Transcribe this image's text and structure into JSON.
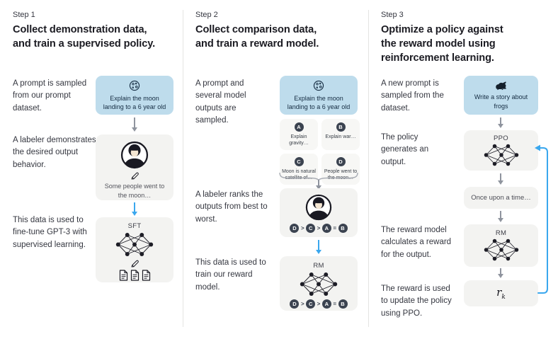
{
  "colors": {
    "prompt_box_bg": "#bedcec",
    "panel_bg": "#f3f3f1",
    "card_bg": "#f7f7f5",
    "badge_bg": "#3b4350",
    "arrow_gray": "#8f949e",
    "arrow_blue": "#3aa7ee",
    "heading_text": "#1b1b22",
    "body_text": "#353740",
    "prompt_text": "#152c42"
  },
  "step1": {
    "label": "Step 1",
    "heading": "Collect demonstration data,\nand train a supervised policy.",
    "caption_prompt": "A prompt is sampled from our prompt dataset.",
    "caption_labeler": "A labeler demonstrates the desired output behavior.",
    "caption_finetune": "This data is used to fine-tune GPT-3 with supervised learning.",
    "prompt_icon": "moon-icon",
    "prompt_text": "Explain the moon landing to a 6 year old",
    "labeler_icon": "labeler-avatar-icon",
    "demo_output": "Some people went to the moon…",
    "model_label": "SFT"
  },
  "step2": {
    "label": "Step 2",
    "heading": "Collect comparison data,\nand train a reward model.",
    "caption_sampled": "A prompt and several model outputs are sampled.",
    "caption_ranks": "A labeler ranks the outputs from best to worst.",
    "caption_train": "This data is used to train our reward model.",
    "prompt_icon": "moon-icon",
    "prompt_text": "Explain the moon landing to a 6 year old",
    "outputs": [
      {
        "id": "A",
        "text": "Explain gravity…"
      },
      {
        "id": "B",
        "text": "Explain war…"
      },
      {
        "id": "C",
        "text": "Moon is natural satellite of…"
      },
      {
        "id": "D",
        "text": "People went to the moon…"
      }
    ],
    "ranking": [
      "D",
      ">",
      "C",
      ">",
      "A",
      "=",
      "B"
    ],
    "model_label": "RM"
  },
  "step3": {
    "label": "Step 3",
    "heading": "Optimize a policy against\nthe reward model using\nreinforcement learning.",
    "caption_new_prompt": "A new prompt is sampled from the dataset.",
    "caption_policy": "The policy generates an output.",
    "caption_reward": "The reward model calculates a reward for the output.",
    "caption_update": "The reward is used to update the policy using PPO.",
    "prompt_icon": "frog-icon",
    "prompt_text": "Write a story about frogs",
    "policy_label": "PPO",
    "output_text": "Once upon a time…",
    "rm_label": "RM",
    "reward_var": "r",
    "reward_sub": "k"
  }
}
